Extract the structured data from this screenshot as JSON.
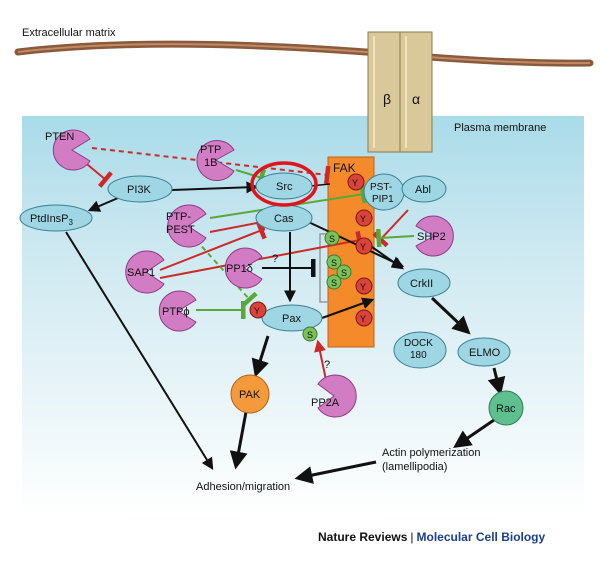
{
  "regions": {
    "extracellular_matrix": "Extracellular matrix",
    "plasma_membrane": "Plasma membrane"
  },
  "integrin": {
    "beta": "β",
    "alpha": "α"
  },
  "nodes": {
    "pten": "PTEN",
    "ptp1b": [
      "PTP",
      "1B"
    ],
    "pi3k": "PI3K",
    "ptdinsp3": {
      "main": "PtdInsP",
      "sub": "3"
    },
    "src": "Src",
    "fak": "FAK",
    "cas": "Cas",
    "ptppest": [
      "PTP-",
      "PEST"
    ],
    "sap1": "SAP1",
    "pp1d": "PP1δ",
    "ptpphi": "PTPϕ",
    "pax": "Pax",
    "pstpip1": [
      "PST-",
      "PIP1"
    ],
    "abl": "Abl",
    "shp2": "SHP2",
    "crkii": "CrkII",
    "dock180": [
      "DOCK",
      "180"
    ],
    "elmo": "ELMO",
    "rac": "Rac",
    "pak": "PAK",
    "pp2a": "PP2A",
    "actin": [
      "Actin polymerization",
      "(lamellipodia)"
    ],
    "adhesion": "Adhesion/migration"
  },
  "markers": {
    "tyrosine": "Y",
    "serine": "S",
    "unknown": "?"
  },
  "credit": {
    "journal": "Nature Reviews",
    "separator": "|",
    "section": "Molecular Cell Biology"
  },
  "colors": {
    "membrane": "#bfe3ef",
    "ecm_fiber": "#8a5a3c",
    "integrin": "#d9c89a",
    "fak": "#f58a2a",
    "kinase": "#9fd6e3",
    "phosphatase": "#d27cc4",
    "pak": "#f59a3a",
    "rac": "#5fc08f",
    "y_site": "#d9433a",
    "s_site": "#7cc25a",
    "activation_arrow": "#111111",
    "inhibition_red": "#cc2a2a",
    "inhibition_green": "#5aa83a",
    "highlight_ring": "#e0141a"
  }
}
